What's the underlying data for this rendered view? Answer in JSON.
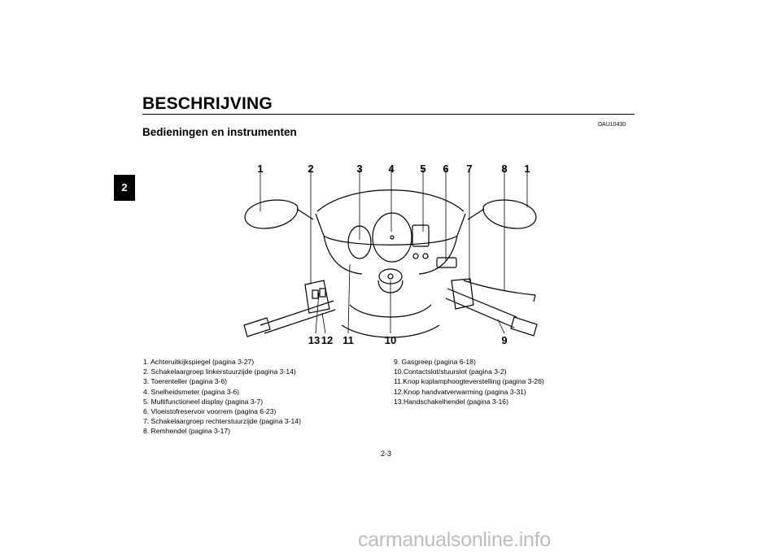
{
  "header": {
    "chapter_title": "BESCHRIJVING",
    "chapter_tab": "2",
    "doc_code": "DAU10430",
    "section_title": "Bedieningen en instrumenten"
  },
  "figure": {
    "top_callouts": [
      "1",
      "2",
      "3",
      "4",
      "5",
      "6",
      "7",
      "8",
      "1"
    ],
    "bottom_callouts": [
      "13",
      "12",
      "11",
      "10",
      "9"
    ]
  },
  "legend": {
    "left": [
      "1. Achteruitkijkspiegel (pagina 3-27)",
      "2. Schakelaargroep linkerstuurzijde (pagina 3-14)",
      "3. Toerenteller (pagina 3-6)",
      "4. Snelheidsmeter (pagina 3-6)",
      "5. Multifunctioneel display (pagina 3-7)",
      "6. Vloeistofreservoir voorrem (pagina 6-23)",
      "7. Schakelaargroep rechterstuurzijde (pagina 3-14)",
      "8. Remhendel (pagina 3-17)"
    ],
    "right": [
      "9. Gasgreep (pagina 6-18)",
      "10.Contactslot/stuurslot (pagina 3-2)",
      "11.Knop koplamphoogteverstelling (pagina 3-26)",
      "12.Knop handvatverwarming (pagina 3-31)",
      "13.Handschakelhendel (pagina 3-16)"
    ]
  },
  "footer": {
    "page_number": "2-3",
    "watermark": "carmanualsonline.info"
  }
}
